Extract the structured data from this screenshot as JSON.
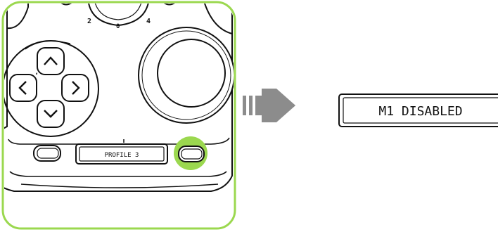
{
  "controller": {
    "profile_display_text": "PROFILE 3",
    "dial_labels": [
      "2",
      "0",
      "4"
    ]
  },
  "result_display": {
    "text": "M1 DISABLED"
  },
  "colors": {
    "highlight": "#9bd84f",
    "outline": "#111111",
    "arrow": "#8c8c8c"
  }
}
